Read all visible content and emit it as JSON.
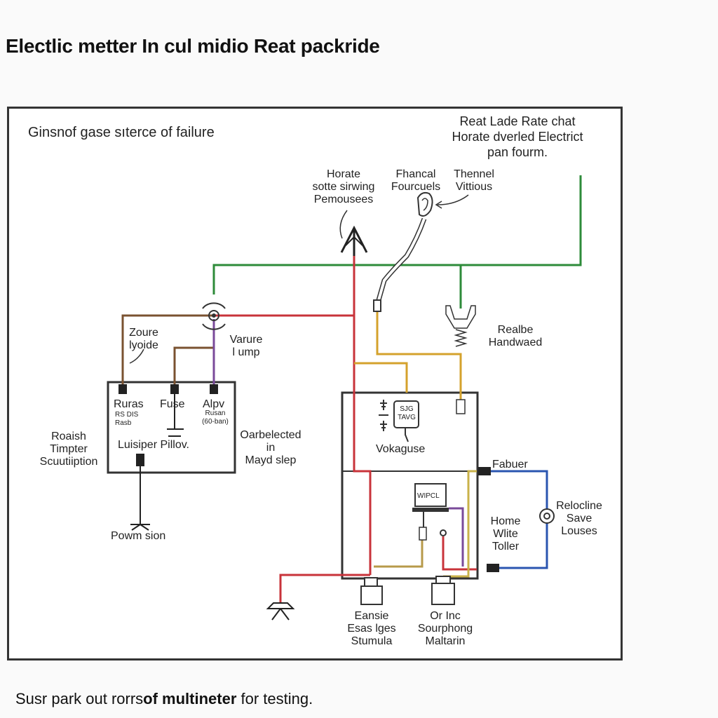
{
  "title": "Electlic metter In cul midio  Reat packride",
  "diagram": {
    "heading_left": "Ginsnof gase sıterce of failure",
    "heading_right": [
      "Reat Lade Rate chat",
      "Horate dverled Electrict",
      "pan fourm."
    ],
    "labels": {
      "horate": [
        "Horate",
        "sotte sirwing",
        "Pemousees"
      ],
      "fhancal": [
        "Fhancal",
        "Fourcuels"
      ],
      "thennel": [
        "Thennel",
        "Vittious"
      ],
      "zoure": [
        "Zoure",
        "lyoide"
      ],
      "varure": [
        "Varure",
        "l ump"
      ],
      "realbe": [
        "Realbe",
        "Handwaed"
      ],
      "ruras": "Ruras",
      "ruras_sub": [
        "RS DIS",
        "Rasb"
      ],
      "fuse": "Fuse",
      "alpv": "Alpv",
      "alpv_sub": [
        "Rusan",
        "(60-bаn)"
      ],
      "luisiper": "Luisiper Pillov.",
      "roaish": [
        "Roaish",
        "Timpter",
        "Scuutiiption"
      ],
      "oarbelected": [
        "Oarbelected",
        "in",
        "Mayd slep"
      ],
      "vokaguse": "Vokaguse",
      "meter_text": [
        "SJG",
        "TAVG"
      ],
      "fabuer": "Fabuer",
      "wipcl": "WIPCL",
      "home": [
        "Home",
        "Wlite",
        "Toller"
      ],
      "relocline": [
        "Relocline",
        "Save",
        "Louses"
      ],
      "powm": "Powm sion",
      "eansie": [
        "Eansie",
        "Esas lges",
        "Stumula"
      ],
      "orinc": [
        "Or Inc",
        "Sourphong",
        "Maltarin"
      ]
    },
    "colors": {
      "green": "#2e8b3a",
      "red": "#c8333a",
      "gold": "#d4a22c",
      "brown": "#7a5230",
      "purple": "#7a4a9a",
      "blue": "#2a55b0",
      "olive": "#9a8a4a",
      "black": "#222222"
    }
  },
  "footer": {
    "pre": "Susr park out ",
    "mid": "rorrs",
    "bold": "of multineter",
    "post": " for testing."
  }
}
